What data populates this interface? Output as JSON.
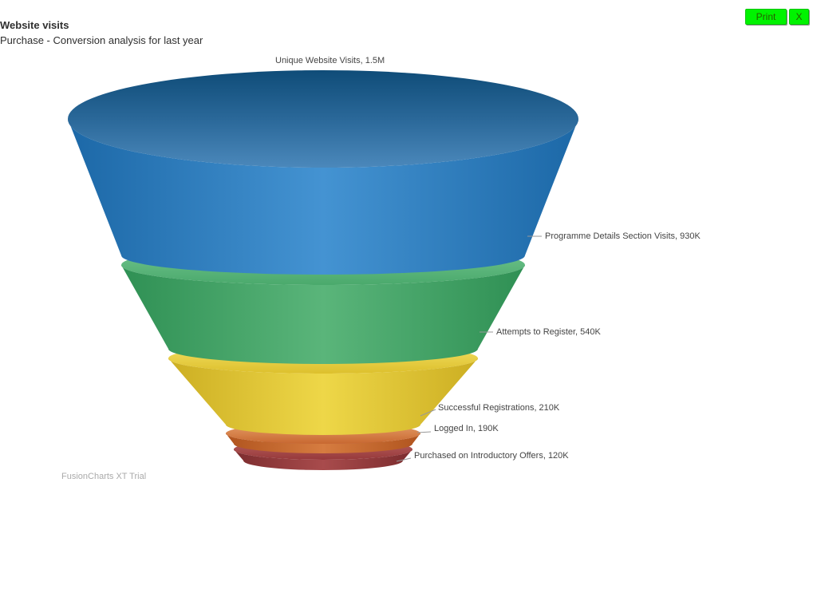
{
  "window": {
    "print_button": "Print",
    "close_button": "X"
  },
  "chart_data": {
    "type": "funnel",
    "title": "Website visits",
    "subtitle": "Purchase - Conversion analysis for last year",
    "watermark": "FusionCharts XT Trial",
    "labels": [
      "Unique Website Visits",
      "Programme Details Section Visits",
      "Attempts to Register",
      "Successful Registrations",
      "Logged In",
      "Purchased on Introductory Offers"
    ],
    "values": [
      1500000,
      930000,
      540000,
      210000,
      190000,
      120000
    ],
    "display_values": [
      "1.5M",
      "930K",
      "540K",
      "210K",
      "190K",
      "120K"
    ],
    "callouts": [
      "Unique Website Visits, 1.5M",
      "Programme Details Section Visits, 930K",
      "Attempts to Register, 540K",
      "Successful Registrations, 210K",
      "Logged In, 190K",
      "Purchased on Introductory Offers, 120K"
    ],
    "segment_colors": [
      "#2e7fc0",
      "#44a76b",
      "#e9cf3d",
      "#d0703a",
      "#9e4045"
    ],
    "label_color": "#444444",
    "connector_color": "#999999",
    "title_color": "#2f2f2f",
    "background": "#ffffff",
    "legend_position": "none",
    "grid": false
  }
}
